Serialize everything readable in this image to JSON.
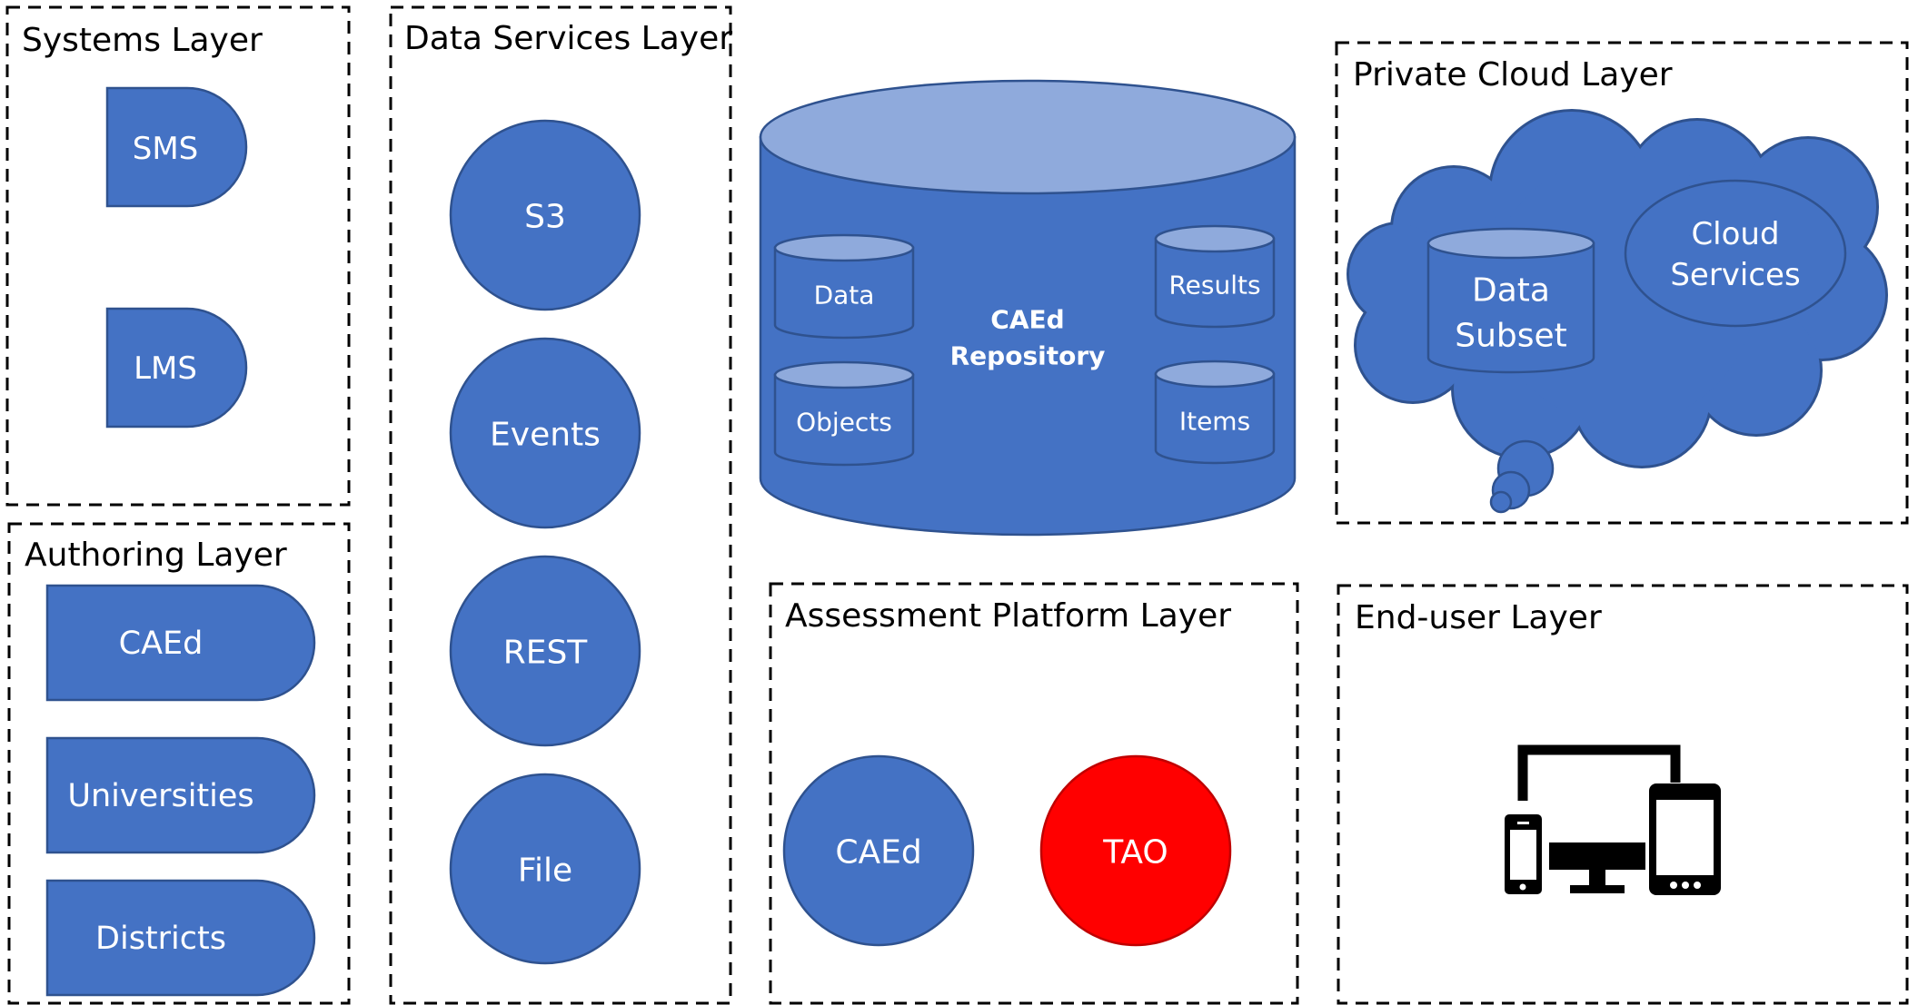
{
  "layers": {
    "systems": {
      "title": "Systems Layer",
      "items": [
        "SMS",
        "LMS"
      ]
    },
    "authoring": {
      "title": "Authoring Layer",
      "items": [
        "CAEd",
        "Universities",
        "Districts"
      ]
    },
    "data_services": {
      "title": "Data Services Layer",
      "items": [
        "S3",
        "Events",
        "REST",
        "File"
      ]
    },
    "repository": {
      "title_line1": "CAEd",
      "title_line2": "Repository",
      "stores": [
        "Data",
        "Results",
        "Objects",
        "Items"
      ]
    },
    "private_cloud": {
      "title": "Private Cloud Layer",
      "subset_line1": "Data",
      "subset_line2": "Subset",
      "services_line1": "Cloud",
      "services_line2": "Services"
    },
    "assessment": {
      "title": "Assessment Platform Layer",
      "items": [
        "CAEd",
        "TAO"
      ]
    },
    "end_user": {
      "title": "End-user Layer",
      "icon": "multi-device-icon"
    }
  },
  "colors": {
    "node_fill": "#4472C4",
    "node_stroke": "#2F528F",
    "cylinder_top": "#8FAADC",
    "tao_fill": "#FF0000",
    "text_on_node": "#FFFFFF"
  }
}
